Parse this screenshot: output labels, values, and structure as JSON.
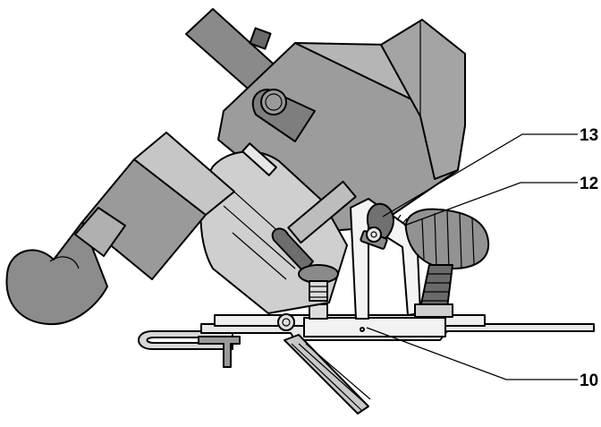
{
  "callouts": [
    {
      "id": "13",
      "label": "13"
    },
    {
      "id": "12",
      "label": "12"
    },
    {
      "id": "10",
      "label": "10"
    }
  ],
  "colors": {
    "body_dark": "#7a7a7a",
    "body_mid": "#a8a8a8",
    "body_light": "#d0d0d0",
    "plate": "#e6e6e6",
    "outline": "#000000"
  }
}
